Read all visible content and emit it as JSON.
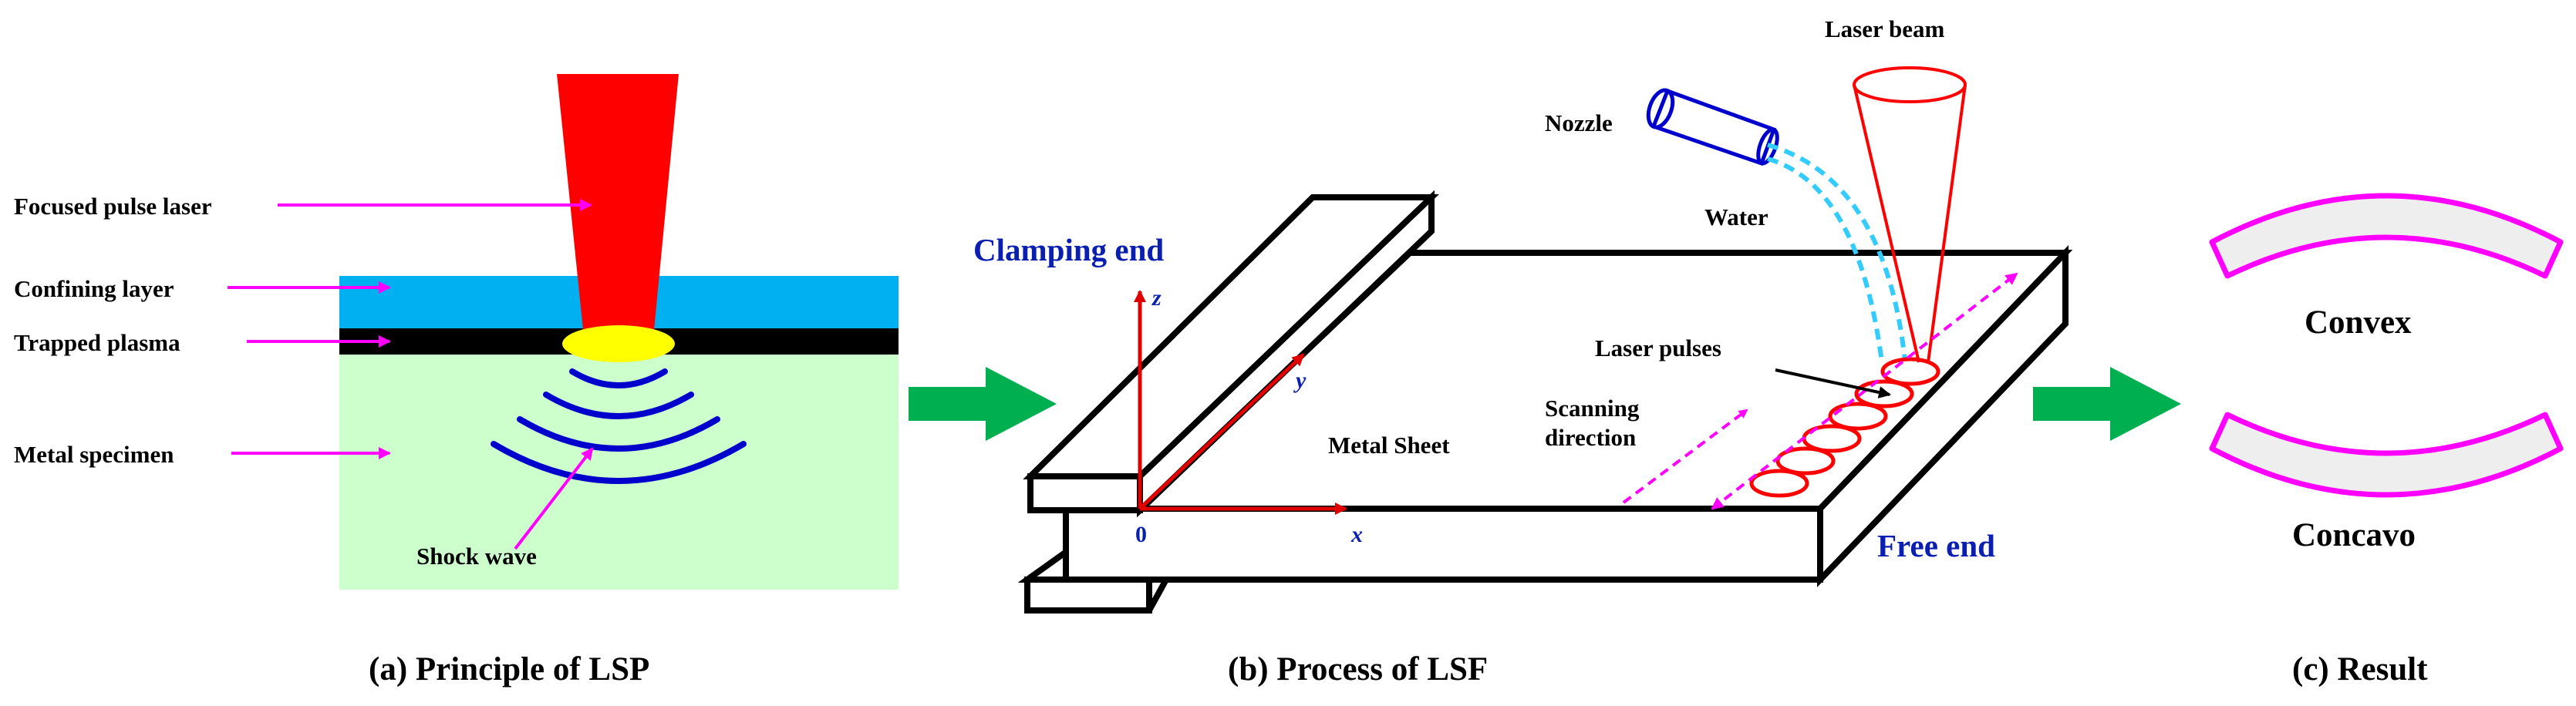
{
  "panel_a": {
    "caption": "(a) Principle of LSP",
    "labels": {
      "focused_pulse_laser": "Focused pulse laser",
      "confining_layer": "Confining layer",
      "trapped_plasma": "Trapped plasma",
      "metal_specimen": "Metal specimen",
      "shock_wave": "Shock wave"
    }
  },
  "panel_b": {
    "caption": "(b) Process of LSF",
    "labels": {
      "laser_beam": "Laser beam",
      "nozzle": "Nozzle",
      "water": "Water",
      "clamping_end": "Clamping end",
      "laser_pulses": "Laser pulses",
      "scanning_line1": "Scanning",
      "scanning_line2": "direction",
      "metal_sheet": "Metal Sheet",
      "free_end": "Free end",
      "axis_z": "z",
      "axis_y": "y",
      "axis_x": "x",
      "origin": "0"
    }
  },
  "panel_c": {
    "caption": "(c) Result",
    "labels": {
      "convex": "Convex",
      "concavo": "Concavo"
    }
  },
  "colors": {
    "laser_red": "#ff0000",
    "confining_blue": "#00b0f0",
    "plasma_yellow": "#ffff00",
    "specimen_green": "#ccffcc",
    "arrow_magenta": "#ff00ff",
    "flow_green": "#00b050",
    "shock_blue": "#0000cc",
    "water_cyan": "#33ccff",
    "axis_red": "#e00000",
    "text_blue": "#0a1fb0"
  }
}
